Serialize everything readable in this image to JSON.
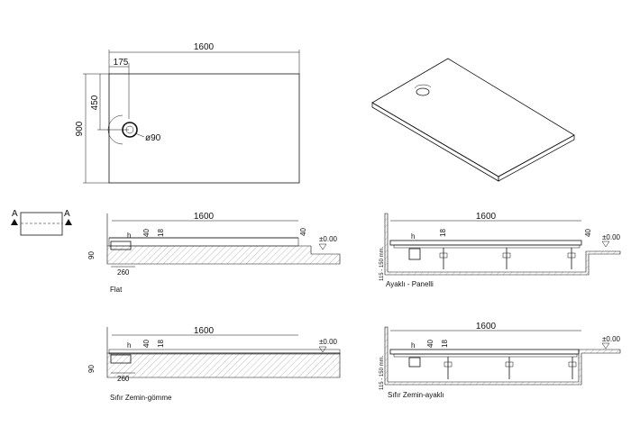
{
  "top_view": {
    "width": "1600",
    "height": "900",
    "offset_x": "175",
    "offset_y": "450",
    "drain_diameter": "ø90"
  },
  "key_plan": {
    "section_left": "A",
    "section_right": "A"
  },
  "sections": [
    {
      "title": "Flat",
      "length": "1600",
      "h": "h",
      "d1": "40",
      "d2": "18",
      "d3": "40",
      "depth": "90",
      "drain": "260",
      "level": "±0.00"
    },
    {
      "title": "Ayaklı - Panelli",
      "length": "1600",
      "h": "h",
      "d2": "18",
      "d3": "40",
      "range": "115 - 150 mm.",
      "level": "±0.00"
    },
    {
      "title": "Sıfır Zemin-gömme",
      "length": "1600",
      "h": "h",
      "d1": "40",
      "d2": "18",
      "depth": "90",
      "drain": "260",
      "level": "±0.00"
    },
    {
      "title": "Sıfır Zemin-ayaklı",
      "length": "1600",
      "h": "h",
      "d1": "40",
      "d2": "18",
      "range": "115 - 150 mm.",
      "level": "±0.00"
    }
  ]
}
